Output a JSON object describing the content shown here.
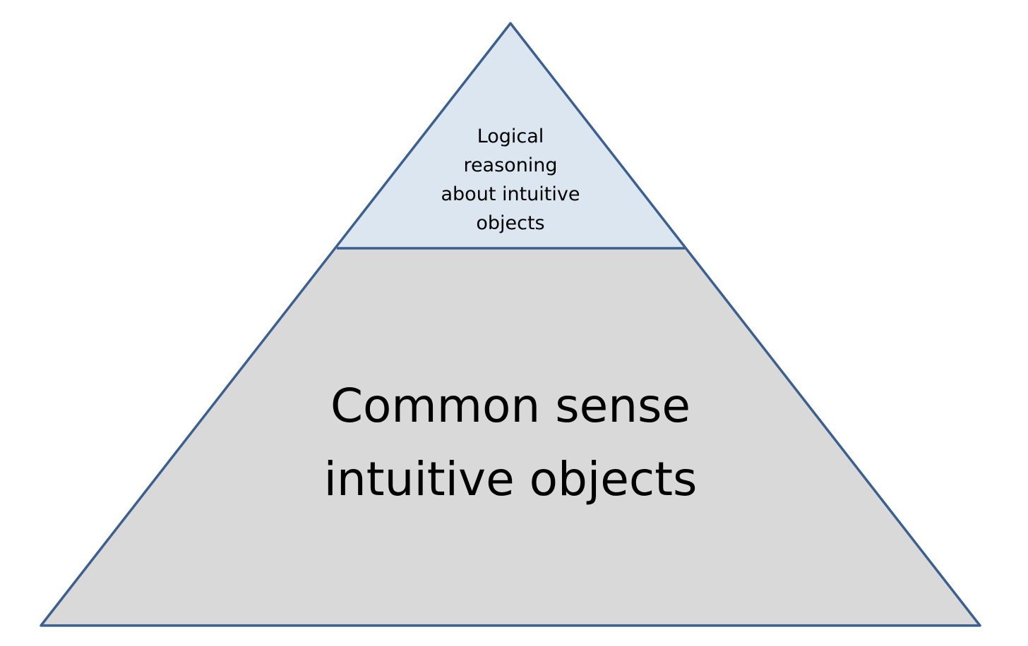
{
  "diagram": {
    "type": "pyramid",
    "colors": {
      "top_fill": "#dce6f1",
      "bottom_fill": "#d9d9d9",
      "outline": "#3b5f8f",
      "text": "#000000",
      "background": "#ffffff"
    },
    "tiers": {
      "top": {
        "lines": [
          "Logical",
          "reasoning",
          "about intuitive",
          "objects"
        ]
      },
      "bottom": {
        "lines": [
          "Common sense",
          "intuitive objects"
        ]
      }
    }
  }
}
